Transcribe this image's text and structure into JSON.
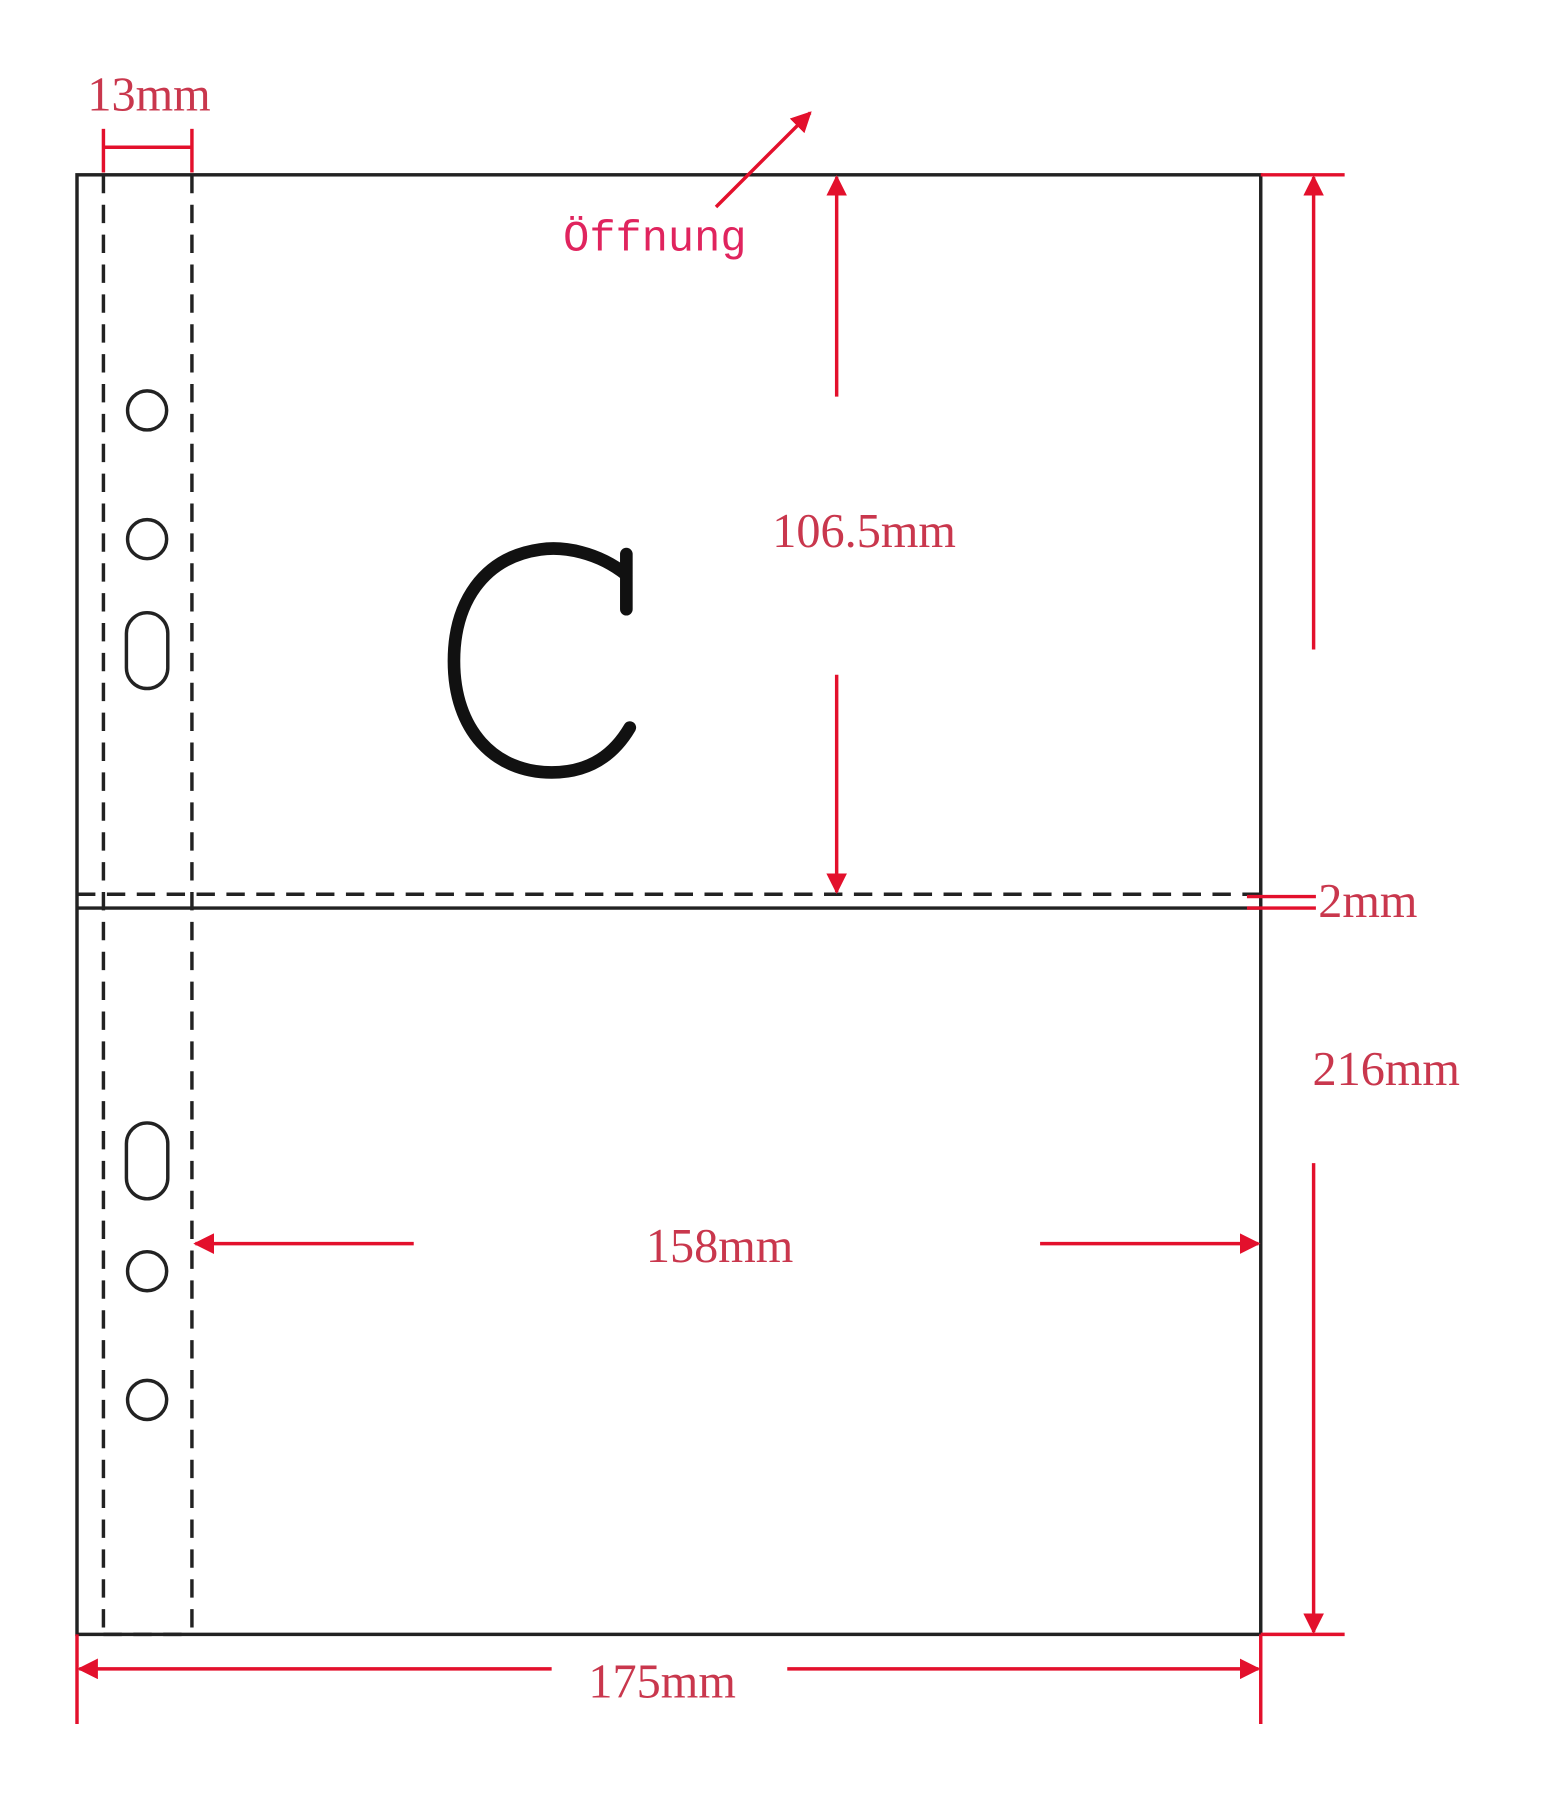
{
  "labels": {
    "spine_width": "13mm",
    "opening": "Öffnung",
    "pocket_height": "106.5mm",
    "gap": "2mm",
    "total_height": "216mm",
    "pocket_width": "158mm",
    "total_width": "175mm",
    "pocket_letter": "C"
  },
  "colors": {
    "dimension": "#e3102c",
    "dimension_text": "#c9374d",
    "outline": "#222222"
  }
}
